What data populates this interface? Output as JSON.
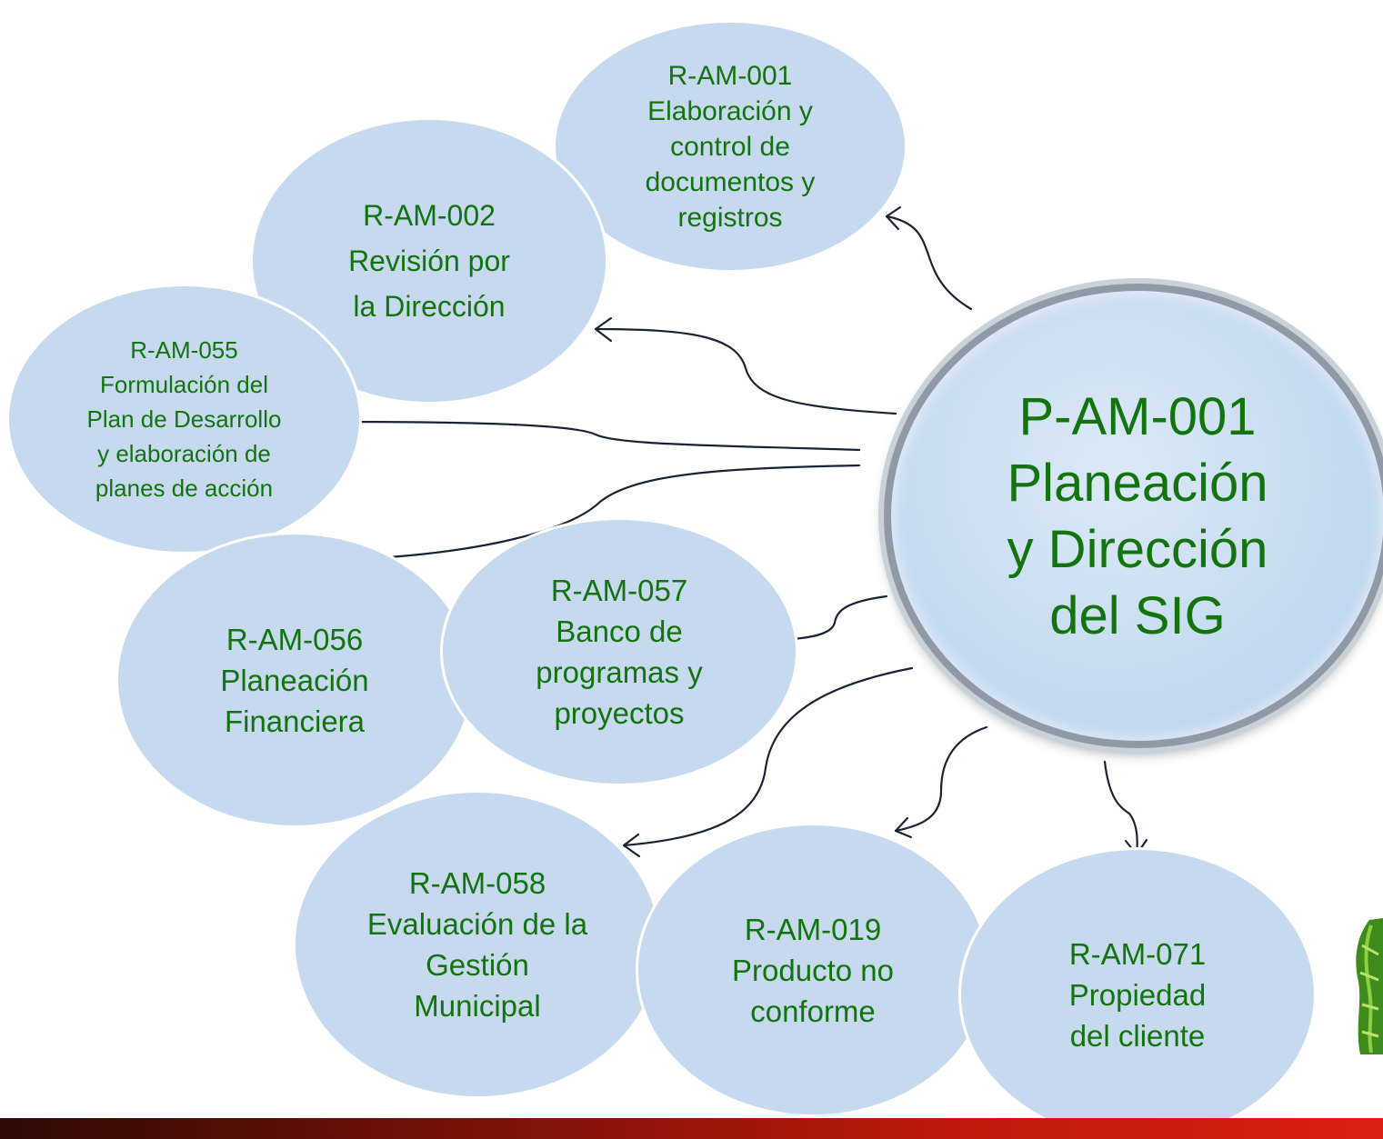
{
  "center": {
    "lines": [
      "P-AM-001",
      "Planeación",
      "y Dirección",
      "del SIG"
    ]
  },
  "nodes": [
    {
      "id": "r-am-001",
      "lines": [
        "R-AM-001",
        "Elaboración y",
        "control de",
        "documentos y",
        "registros"
      ]
    },
    {
      "id": "r-am-002",
      "lines": [
        "R-AM-002",
        "Revisión por",
        "la Dirección"
      ]
    },
    {
      "id": "r-am-055",
      "lines": [
        "R-AM-055",
        "Formulación del",
        "Plan de Desarrollo",
        "y elaboración de",
        "planes de acción"
      ]
    },
    {
      "id": "r-am-056",
      "lines": [
        "R-AM-056",
        "Planeación",
        "Financiera"
      ]
    },
    {
      "id": "r-am-057",
      "lines": [
        "R-AM-057",
        "Banco de",
        "programas y",
        "proyectos"
      ]
    },
    {
      "id": "r-am-058",
      "lines": [
        "R-AM-058",
        "Evaluación de la",
        "Gestión",
        "Municipal"
      ]
    },
    {
      "id": "r-am-019",
      "lines": [
        "R-AM-019",
        "Producto no",
        "conforme"
      ]
    },
    {
      "id": "r-am-071",
      "lines": [
        "R-AM-071",
        "Propiedad",
        "del cliente"
      ]
    }
  ],
  "colors": {
    "bubble_fill": "#c6d9ef",
    "text": "#13740f",
    "arrow": "#1b2333",
    "center_border": "#8e9aa6"
  }
}
